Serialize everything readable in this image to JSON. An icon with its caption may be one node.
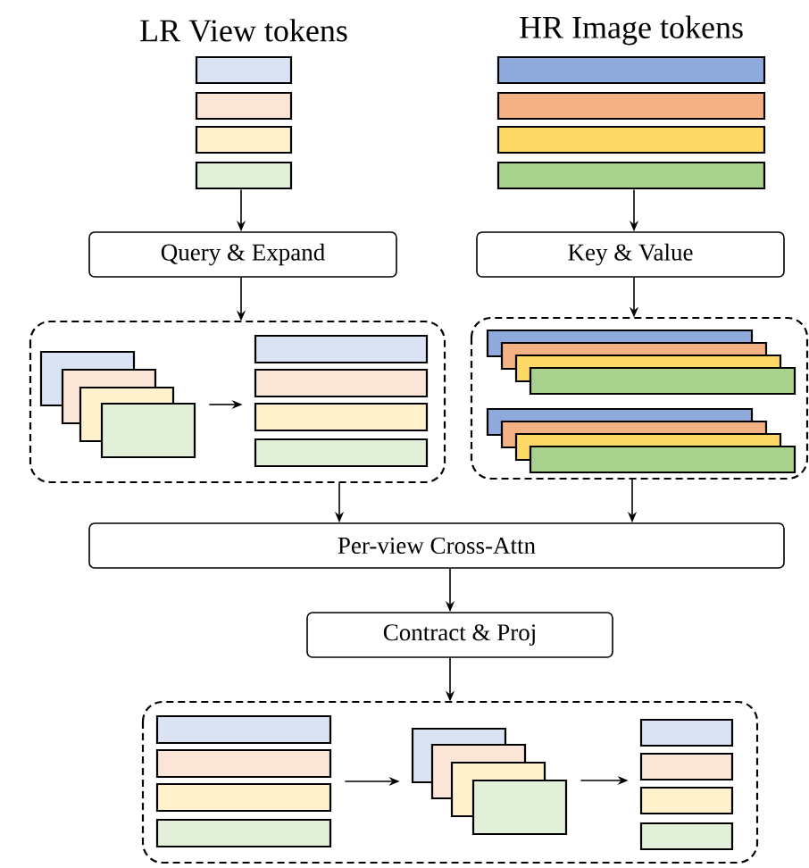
{
  "diagram": {
    "nodes": [
      {
        "text": [
          "LR View tokens"
        ]
      },
      {
        "text": [
          "HR Image tokens"
        ]
      },
      {
        "text": [
          "Query & Expand"
        ]
      },
      {
        "text": [
          "Key & Value"
        ]
      },
      {
        "text": [],
        "shape": "box"
      },
      {
        "text": [],
        "shape": "picture",
        "in": 4
      },
      {
        "text": [],
        "shape": "picture",
        "in": 4
      },
      {
        "text": [],
        "shape": "box"
      },
      {
        "text": [],
        "shape": "picture",
        "in": 7
      },
      {
        "text": [],
        "shape": "picture",
        "in": 7
      },
      {
        "text": [
          "Per-view Cross-Attn"
        ]
      },
      {
        "text": [
          "Contract & Proj"
        ]
      },
      {
        "text": [],
        "shape": "box"
      },
      {
        "text": [],
        "shape": "picture",
        "in": 12
      },
      {
        "text": [],
        "shape": "picture",
        "in": 12
      },
      {
        "text": [],
        "shape": "picture",
        "in": 12
      }
    ],
    "edges": [
      {
        "from": 0,
        "to": 2,
        "arrow": "to"
      },
      {
        "from": 1,
        "to": 3,
        "arrow": "to"
      },
      {
        "from": 2,
        "to": 4,
        "arrow": "to"
      },
      {
        "from": 3,
        "to": 7,
        "arrow": "to"
      },
      {
        "from": 5,
        "to": 6,
        "arrow": "to"
      },
      {
        "from": 4,
        "to": 10,
        "arrow": "to"
      },
      {
        "from": 7,
        "to": 10,
        "arrow": "to"
      },
      {
        "from": 10,
        "to": 11,
        "arrow": "to"
      },
      {
        "from": 11,
        "to": 12,
        "arrow": "to"
      },
      {
        "from": 13,
        "to": 14,
        "arrow": "to"
      },
      {
        "from": 14,
        "to": 15,
        "arrow": "to"
      }
    ]
  }
}
